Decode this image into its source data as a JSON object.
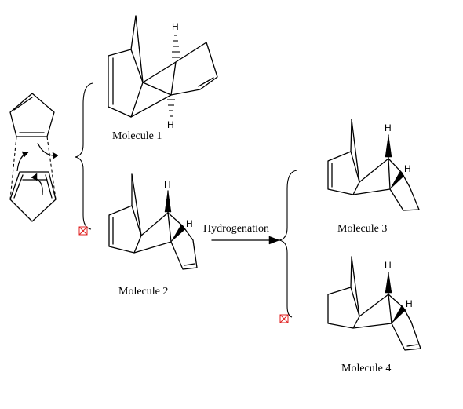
{
  "labels": {
    "molecule_1": "Molecule 1",
    "molecule_2": "Molecule 2",
    "molecule_3": "Molecule 3",
    "molecule_4": "Molecule 4",
    "reaction": "Hydrogenation"
  },
  "atoms": {
    "h": "H"
  }
}
